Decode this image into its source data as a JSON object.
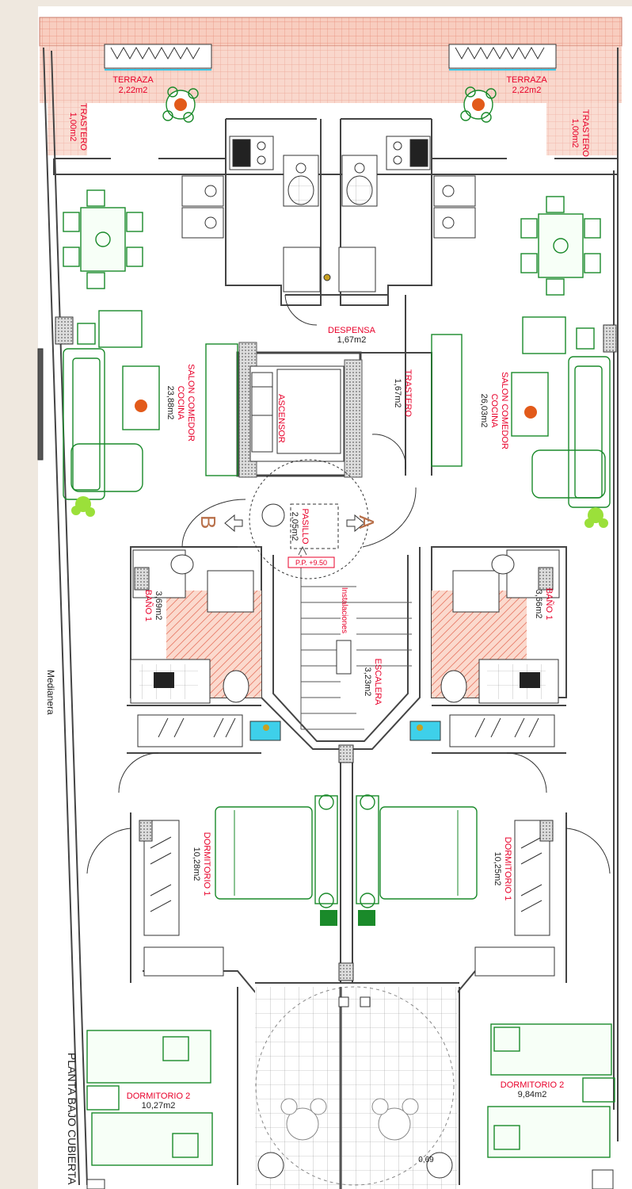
{
  "plan": {
    "title": "PLANTA BAJO CUBIERTA",
    "side_label": "Medianera",
    "rooms": {
      "terraza_l": {
        "name": "TERRAZA",
        "area": "2,22m2"
      },
      "terraza_r": {
        "name": "TERRAZA",
        "area": "2,22m2"
      },
      "trastero_l": {
        "name": "TRASTERO",
        "area": "1,00m2"
      },
      "trastero_r": {
        "name": "TRASTERO",
        "area": "1,00m2"
      },
      "despensa": {
        "name": "DESPENSA",
        "area": "1,67m2"
      },
      "trastero_c": {
        "name": "TRASTERO",
        "area": "1,67m2"
      },
      "ascensor": {
        "name": "ASCENSOR"
      },
      "salon_l": {
        "name1": "SALON COMEDOR",
        "name2": "COCINA",
        "area": "23,88m2"
      },
      "salon_r": {
        "name1": "SALON COMEDOR",
        "name2": "COCINA",
        "area": "26,03m2"
      },
      "pasillo": {
        "name": "PASILLO",
        "area": "2,05m2"
      },
      "level": "P.P. +9.50",
      "bano_l": {
        "name": "BAÑO 1",
        "area": "3,69m2"
      },
      "bano_r": {
        "name": "BAÑO 1",
        "area": "3,66m2"
      },
      "instalaciones": "Instalaciones",
      "escalera": {
        "name": "ESCALERA",
        "area": "3,23m2"
      },
      "dorm1_l": {
        "name": "DORMITORIO 1",
        "area": "10,28m2"
      },
      "dorm1_r": {
        "name": "DORMITORIO 1",
        "area": "10,25m2"
      },
      "dorm2_l": {
        "name": "DORMITORIO 2",
        "area": "10,27m2"
      },
      "dorm2_r": {
        "name": "DORMITORIO 2",
        "area": "9,84m2"
      }
    },
    "door_marks": {
      "a": "A",
      "b": "B"
    },
    "dimension": "0,69"
  },
  "colors": {
    "label_red": "#e8002a",
    "furniture_green": "#1a8a2a",
    "roof_tile": "#f6cbbd",
    "bath_tile": "#f5b4a2",
    "wall": "#444444",
    "shower_cyan": "#3ed0ea"
  }
}
